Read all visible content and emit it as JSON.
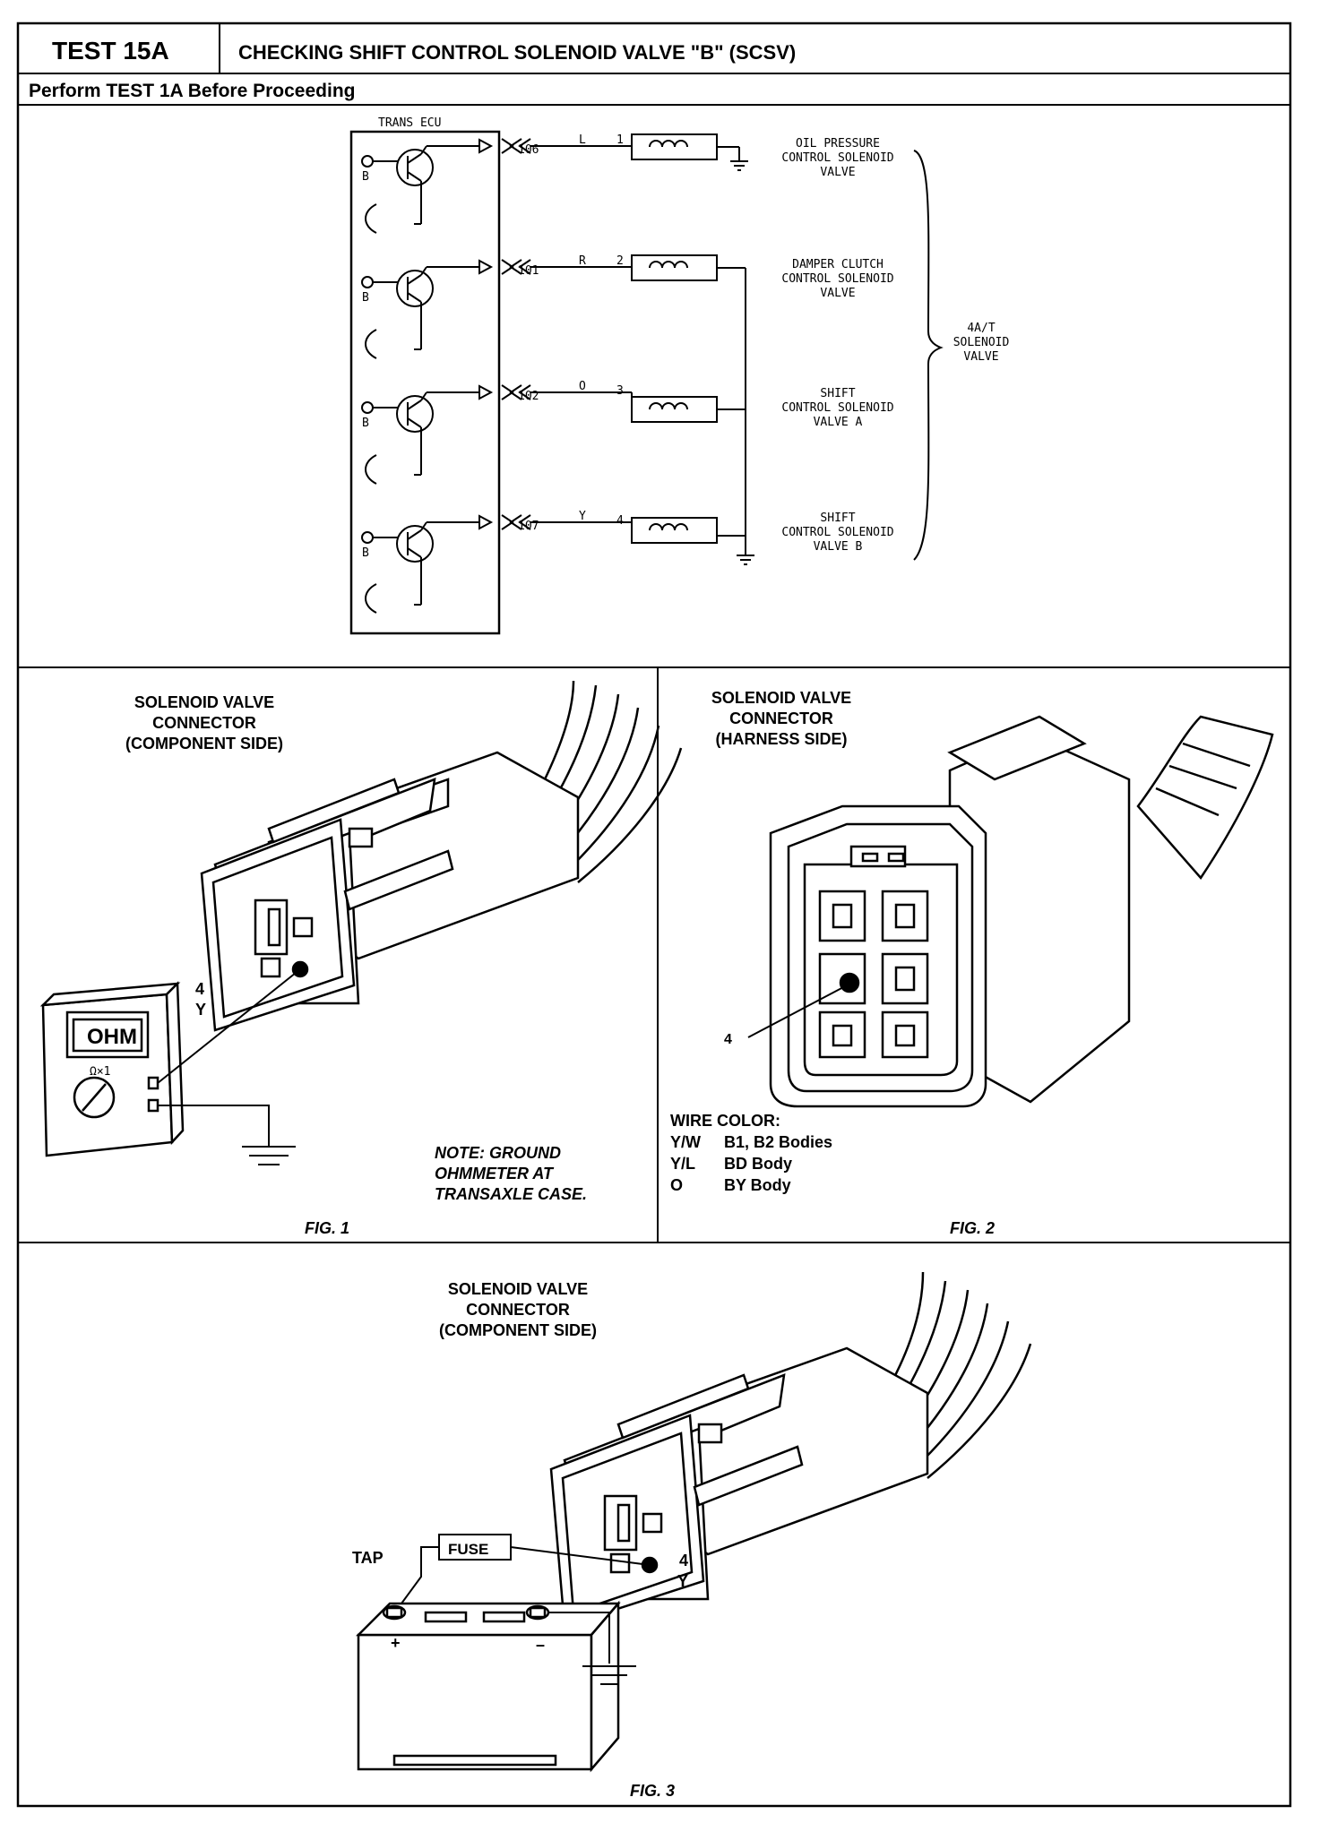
{
  "header": {
    "test_id": "TEST 15A",
    "title": "CHECKING SHIFT CONTROL SOLENOID VALVE \"B\" (SCSV)",
    "subtitle": "Perform TEST 1A Before Proceeding"
  },
  "schematic": {
    "ecu_label": "TRANS ECU",
    "b_label": "B",
    "group_label": [
      "4A/T",
      "SOLENOID",
      "VALVE"
    ],
    "rows": [
      {
        "pin": "106",
        "wire": "L",
        "terminal": "1",
        "label": [
          "OIL PRESSURE",
          "CONTROL SOLENOID",
          "VALVE"
        ]
      },
      {
        "pin": "101",
        "wire": "R",
        "terminal": "2",
        "label": [
          "DAMPER CLUTCH",
          "CONTROL SOLENOID",
          "VALVE"
        ]
      },
      {
        "pin": "102",
        "wire": "O",
        "terminal": "3",
        "label": [
          "SHIFT",
          "CONTROL SOLENOID",
          "VALVE A"
        ]
      },
      {
        "pin": "107",
        "wire": "Y",
        "terminal": "4",
        "label": [
          "SHIFT",
          "CONTROL SOLENOID",
          "VALVE B"
        ]
      }
    ]
  },
  "fig1": {
    "title": [
      "SOLENOID VALVE",
      "CONNECTOR",
      "(COMPONENT SIDE)"
    ],
    "pin_num": "4",
    "pin_color": "Y",
    "meter_display": "OHM",
    "meter_range": "Ω×1",
    "note": [
      "NOTE:  GROUND",
      "OHMMETER AT",
      "TRANSAXLE CASE."
    ],
    "caption": "FIG. 1"
  },
  "fig2": {
    "title": [
      "SOLENOID VALVE",
      "CONNECTOR",
      "(HARNESS SIDE)"
    ],
    "pin_num": "4",
    "wire_color_header": "WIRE COLOR:",
    "wire_colors": [
      {
        "code": "Y/W",
        "body": "B1, B2 Bodies"
      },
      {
        "code": "Y/L",
        "body": "BD Body"
      },
      {
        "code": "O",
        "body": "BY Body"
      }
    ],
    "caption": "FIG. 2"
  },
  "fig3": {
    "title": [
      "SOLENOID VALVE",
      "CONNECTOR",
      "(COMPONENT SIDE)"
    ],
    "tap": "TAP",
    "fuse": "FUSE",
    "pin_num": "4",
    "pin_color": "Y",
    "plus": "+",
    "minus": "–",
    "caption": "FIG. 3"
  }
}
